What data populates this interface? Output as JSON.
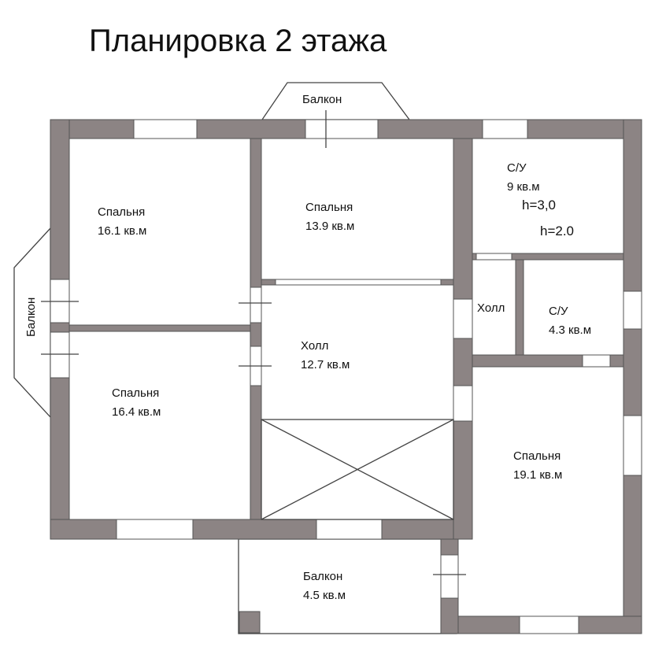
{
  "title": "Планировка 2 этажа",
  "rooms": [
    {
      "name": "Балкон",
      "area": ""
    },
    {
      "name": "Спальня",
      "area": "16.1 кв.м"
    },
    {
      "name": "Спальня",
      "area": "13.9 кв.м"
    },
    {
      "name": "С/У",
      "area": "9 кв.м",
      "note1": "h=3,0",
      "note2": "h=2.0"
    },
    {
      "name": "Балкон",
      "area": ""
    },
    {
      "name": "Холл",
      "area": ""
    },
    {
      "name": "С/У",
      "area": "4.3 кв.м"
    },
    {
      "name": "Холл",
      "area": "12.7 кв.м"
    },
    {
      "name": "Спальня",
      "area": "16.4 кв.м"
    },
    {
      "name": "Спальня",
      "area": "19.1 кв.м"
    },
    {
      "name": "Балкон",
      "area": "4.5 кв.м"
    }
  ],
  "colors": {
    "wall": "#8c8484"
  }
}
